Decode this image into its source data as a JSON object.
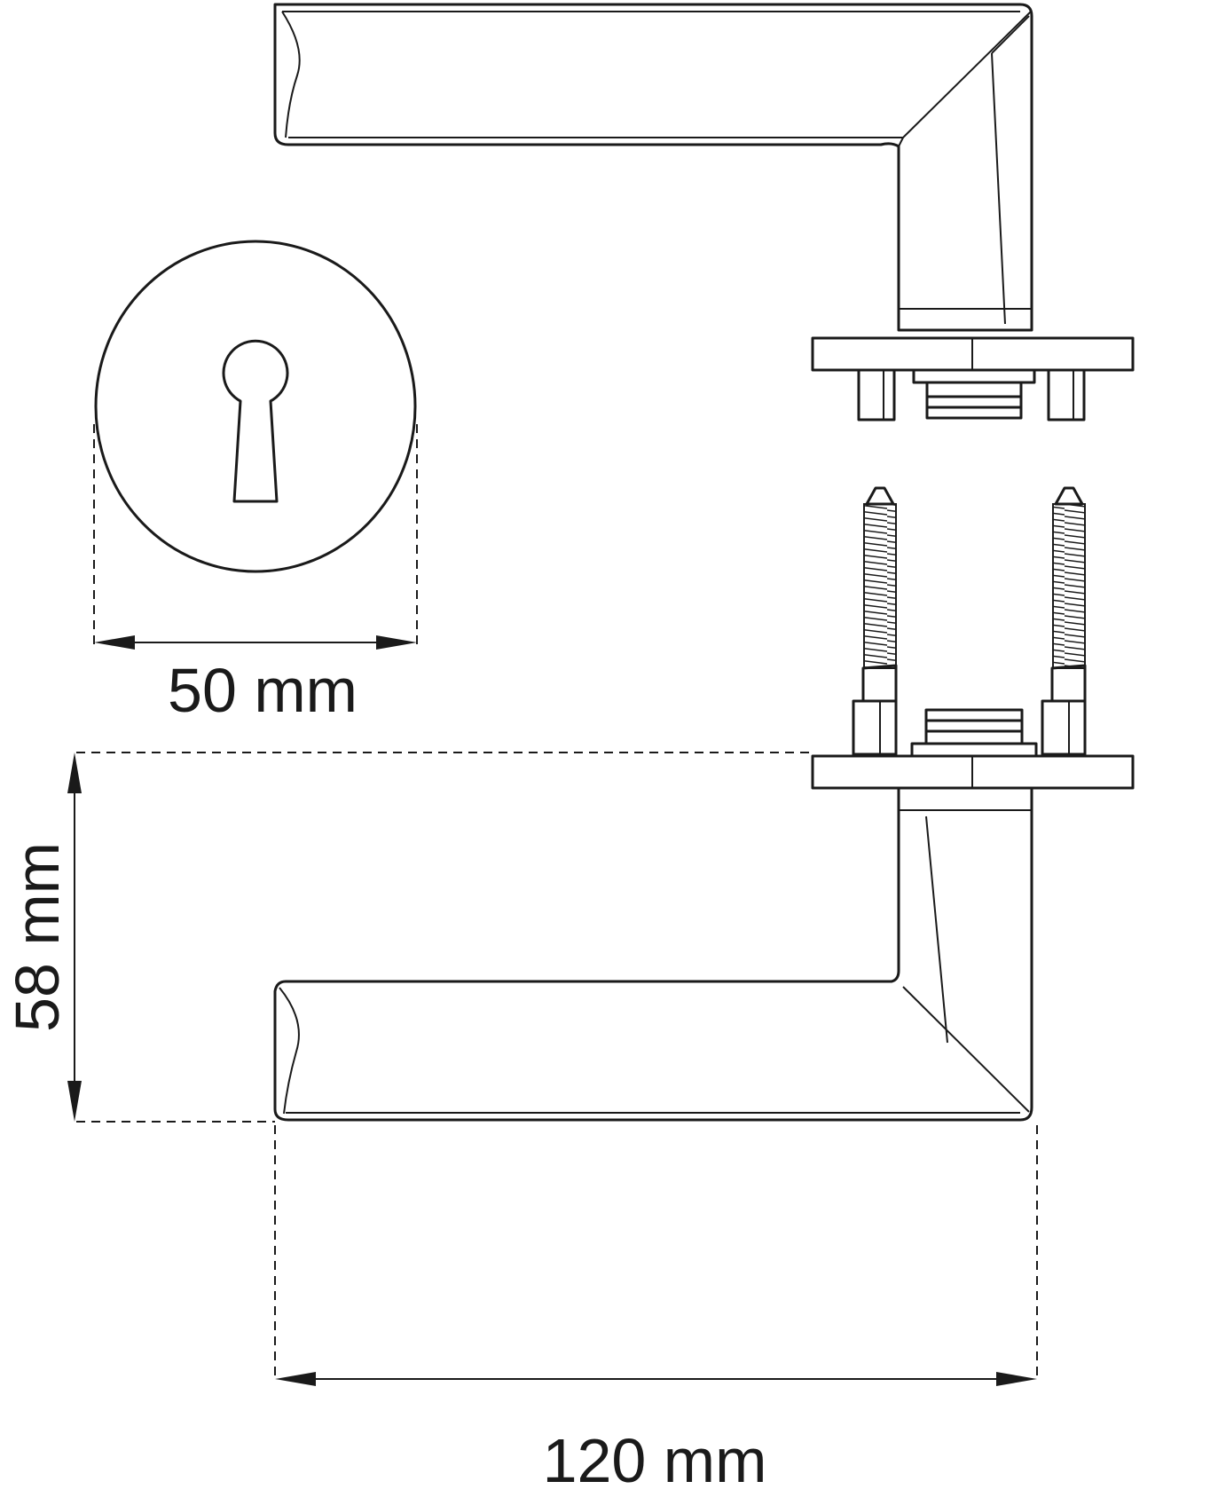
{
  "dimensions": {
    "rosette_diameter": "50 mm",
    "handle_height": "58 mm",
    "handle_length": "120 mm"
  },
  "colors": {
    "line": "#1a1a1a",
    "background": "#ffffff"
  },
  "icons": {
    "keyhole": "keyhole-icon"
  }
}
